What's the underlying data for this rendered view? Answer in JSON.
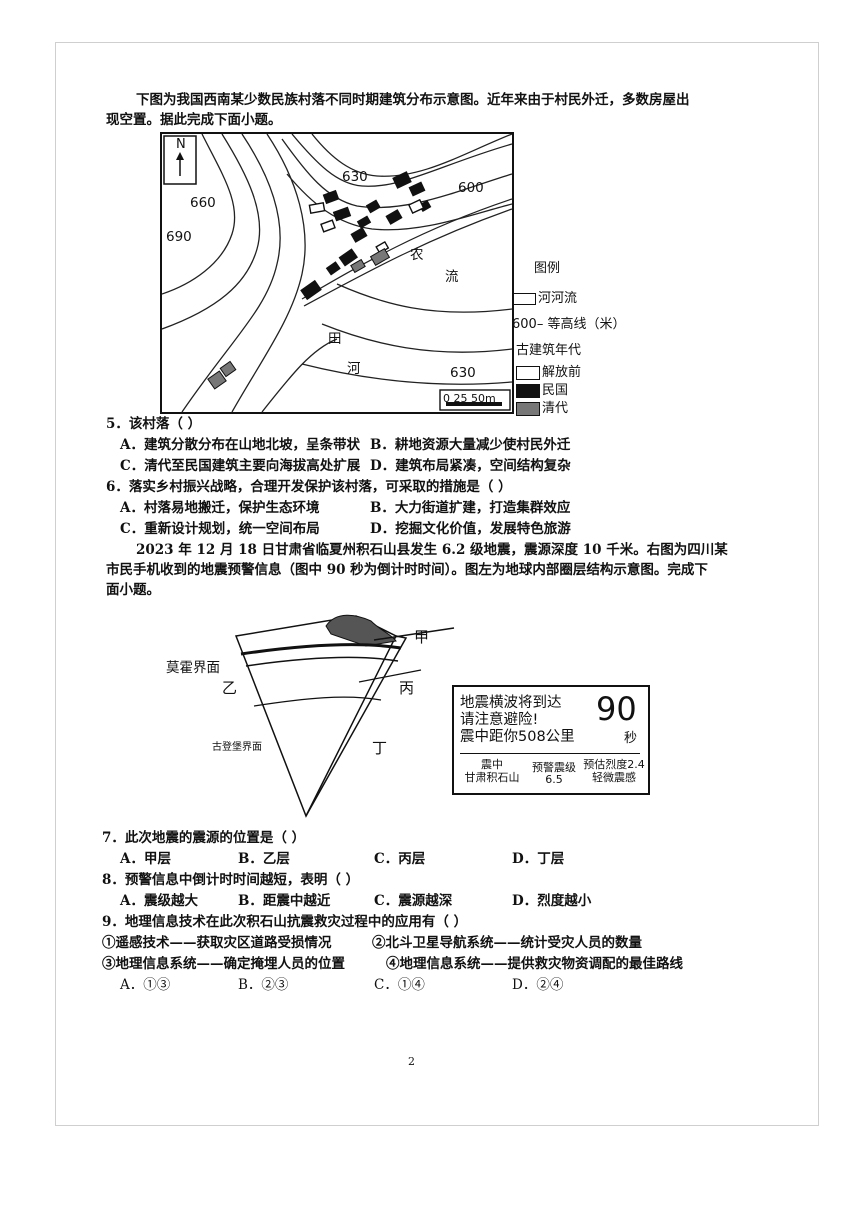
{
  "intro1": {
    "line1": "下图为我国西南某少数民族村落不同时期建筑分布示意图。近年来由于村民外迁，多数房屋出",
    "line2": "现空置。据此完成下面小题。"
  },
  "map": {
    "north": "N",
    "contours": [
      "630",
      "600",
      "660",
      "690",
      "630"
    ],
    "labels": {
      "nong": "农",
      "liu": "流",
      "tian": "田",
      "he": "河"
    },
    "scale": "0  25 50m"
  },
  "legend": {
    "title": "图例",
    "river": "河河流",
    "contour": "600– 等高线（米）",
    "era_title": "古建筑年代",
    "pre_liberation": "解放前",
    "minguo": "民国",
    "qing": "清代"
  },
  "q5": {
    "stem": "5．该村落（   ）",
    "a": "A．建筑分散分布在山地北坡，呈条带状",
    "b": "B．耕地资源大量减少使村民外迁",
    "c": "C．清代至民国建筑主要向海拔高处扩展",
    "d": "D．建筑布局紧凑，空间结构复杂"
  },
  "q6": {
    "stem": "6．落实乡村振兴战略，合理开发保护该村落，可采取的措施是（   ）",
    "a": "A．村落易地搬迁，保护生态环境",
    "b": "B．大力街道扩建，打造集群效应",
    "c": "C．重新设计规划，统一空间布局",
    "d": "D．挖掘文化价值，发展特色旅游"
  },
  "intro2": {
    "line1": "2023 年 12 月 18 日甘肃省临夏州积石山县发生 6.2 级地震，震源深度 10 千米。右图为四川某",
    "line2": "市民手机收到的地震预警信息（图中 90 秒为倒计时时间）。图左为地球内部圈层结构示意图。完成下",
    "line3": "面小题。"
  },
  "earth": {
    "moho": "莫霍界面",
    "jia": "甲",
    "yi": "乙",
    "bing": "丙",
    "ding": "丁",
    "gutenberg": "古登堡界面"
  },
  "warning": {
    "line1": "地震横波将到达",
    "line2": "请注意避险!",
    "line3": "震中距你508公里",
    "count": "90",
    "unit": "秒",
    "epicenter_label": "震中",
    "epicenter_value": "甘肃积石山",
    "mag_label": "预警震级",
    "mag_value": "6.5",
    "intensity_label": "预估烈度2.4",
    "intensity_value": "轻微震感"
  },
  "q7": {
    "stem": "7．此次地震的震源的位置是（   ）",
    "a": "A．甲层",
    "b": "B．乙层",
    "c": "C．丙层",
    "d": "D．丁层"
  },
  "q8": {
    "stem": "8．预警信息中倒计时时间越短，表明（   ）",
    "a": "A．震级越大",
    "b": "B．距震中越近",
    "c": "C．震源越深",
    "d": "D．烈度越小"
  },
  "q9": {
    "stem": "9．地理信息技术在此次积石山抗震救灾过程中的应用有（          ）",
    "o1": "①遥感技术——获取灾区道路受损情况",
    "o2": "②北斗卫星导航系统——统计受灾人员的数量",
    "o3": "③地理信息系统——确定掩埋人员的位置",
    "o4": "④地理信息系统——提供救灾物资调配的最佳路线",
    "a": "A．①③",
    "b": "B．②③",
    "c": "C．①④",
    "d": "D．②④"
  },
  "page_number": "2"
}
